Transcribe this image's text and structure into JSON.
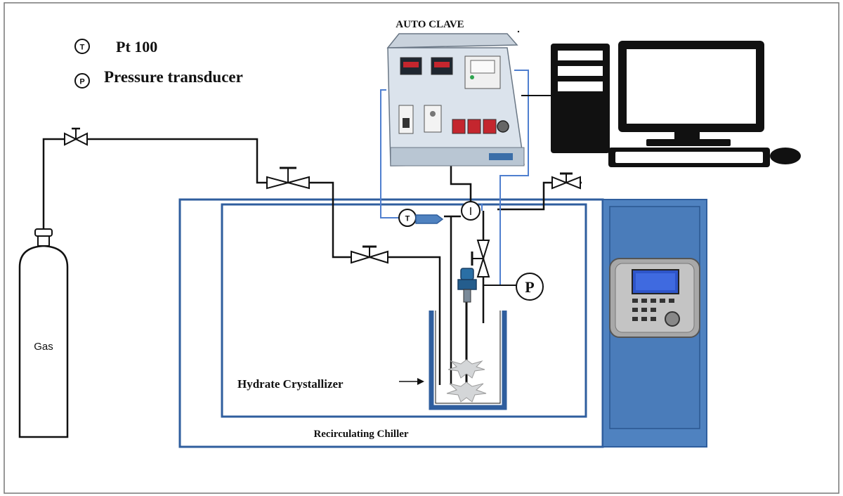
{
  "legend": {
    "t_symbol": "T",
    "t_label": "Pt 100",
    "p_symbol": "P",
    "p_label": "Pressure transducer"
  },
  "labels": {
    "autoclave": "AUTO CLAVE",
    "gas": "Gas",
    "crystallizer": "Hydrate Crystallizer",
    "chiller": "Recirculating Chiller",
    "inline_t": "T",
    "inline_i": "I",
    "inline_p": "P"
  },
  "colors": {
    "line": "#111111",
    "chiller_border": "#2f5e9e",
    "chiller_panel": "#4f82c0",
    "signal_line": "#4f7fcf",
    "vessel_wall": "#2f5e9e",
    "autoclave_body": "#dbe3ec",
    "display_red": "#c4262e"
  }
}
